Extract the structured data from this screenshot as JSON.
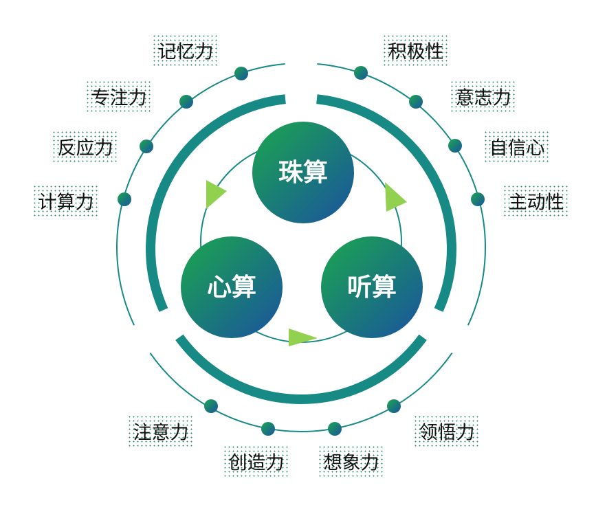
{
  "center_nodes": {
    "top": "珠算",
    "left": "心算",
    "right": "听算"
  },
  "skills": {
    "left": [
      "记忆力",
      "专注力",
      "反应力",
      "计算力"
    ],
    "right": [
      "积极性",
      "意志力",
      "自信心",
      "主动性"
    ],
    "bottom": [
      "注意力",
      "创造力",
      "想象力",
      "领悟力"
    ]
  },
  "colors": {
    "teal": "#178a85",
    "green": "#1b9a5a",
    "blue": "#1a5b97",
    "arrow": "#92d050"
  }
}
